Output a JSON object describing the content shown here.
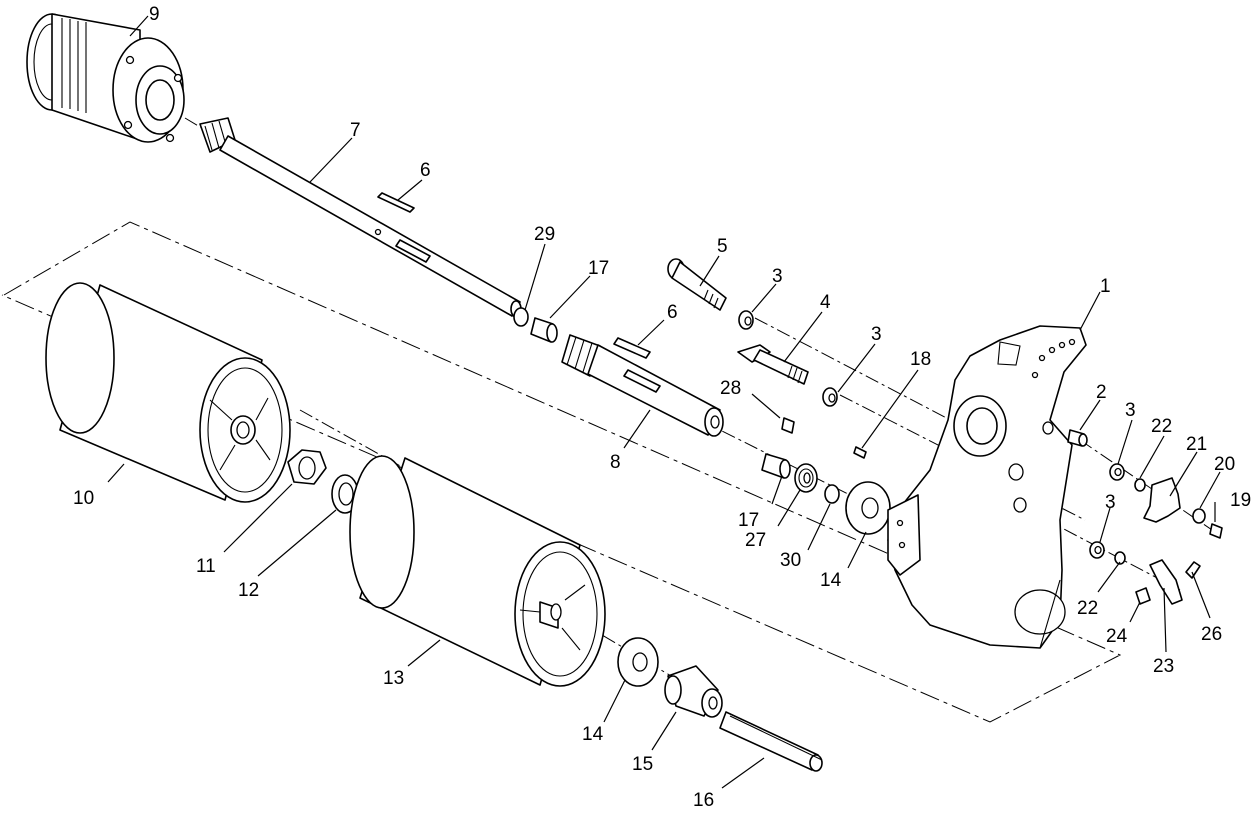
{
  "callouts": [
    {
      "id": "c9",
      "label": "9"
    },
    {
      "id": "c7",
      "label": "7"
    },
    {
      "id": "c6a",
      "label": "6"
    },
    {
      "id": "c29",
      "label": "29"
    },
    {
      "id": "c17a",
      "label": "17"
    },
    {
      "id": "c5",
      "label": "5"
    },
    {
      "id": "c3a",
      "label": "3"
    },
    {
      "id": "c6b",
      "label": "6"
    },
    {
      "id": "c4",
      "label": "4"
    },
    {
      "id": "c3b",
      "label": "3"
    },
    {
      "id": "c1",
      "label": "1"
    },
    {
      "id": "c18",
      "label": "18"
    },
    {
      "id": "c28",
      "label": "28"
    },
    {
      "id": "c2",
      "label": "2"
    },
    {
      "id": "c3c",
      "label": "3"
    },
    {
      "id": "c22a",
      "label": "22"
    },
    {
      "id": "c21",
      "label": "21"
    },
    {
      "id": "c20",
      "label": "20"
    },
    {
      "id": "c19",
      "label": "19"
    },
    {
      "id": "c8",
      "label": "8"
    },
    {
      "id": "c10",
      "label": "10"
    },
    {
      "id": "c17b",
      "label": "17"
    },
    {
      "id": "c27",
      "label": "27"
    },
    {
      "id": "c30",
      "label": "30"
    },
    {
      "id": "c14a",
      "label": "14"
    },
    {
      "id": "c3d",
      "label": "3"
    },
    {
      "id": "c11",
      "label": "11"
    },
    {
      "id": "c12",
      "label": "12"
    },
    {
      "id": "c22b",
      "label": "22"
    },
    {
      "id": "c26",
      "label": "26"
    },
    {
      "id": "c24",
      "label": "24"
    },
    {
      "id": "c23",
      "label": "23"
    },
    {
      "id": "c13",
      "label": "13"
    },
    {
      "id": "c14b",
      "label": "14"
    },
    {
      "id": "c15",
      "label": "15"
    },
    {
      "id": "c16",
      "label": "16"
    }
  ]
}
